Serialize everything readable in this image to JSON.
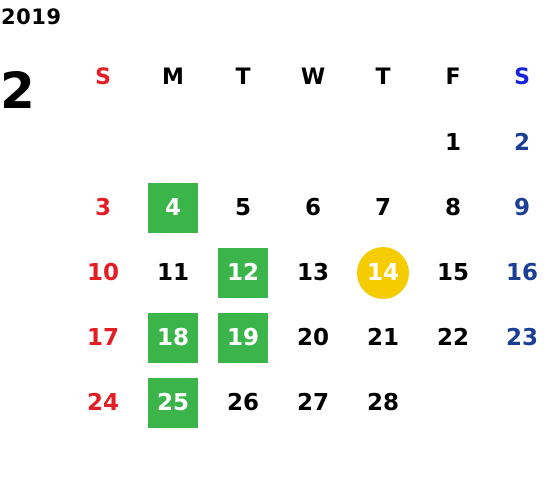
{
  "header": {
    "year": "2019",
    "month": "2"
  },
  "weekdays": [
    "S",
    "M",
    "T",
    "W",
    "T",
    "F",
    "S"
  ],
  "weeks": [
    [
      "",
      "",
      "",
      "",
      "",
      "1",
      "2"
    ],
    [
      "3",
      "4",
      "5",
      "6",
      "7",
      "8",
      "9"
    ],
    [
      "10",
      "11",
      "12",
      "13",
      "14",
      "15",
      "16"
    ],
    [
      "17",
      "18",
      "19",
      "20",
      "21",
      "22",
      "23"
    ],
    [
      "24",
      "25",
      "26",
      "27",
      "28",
      "",
      ""
    ]
  ],
  "highlighted_days": [
    "4",
    "12",
    "18",
    "19",
    "25"
  ],
  "today": "14",
  "colors": {
    "sunday": "#e31e24",
    "saturday": "#1b3f94",
    "saturday_header": "#1522d8",
    "highlight": "#3bb54a",
    "today": "#f5cc00"
  }
}
